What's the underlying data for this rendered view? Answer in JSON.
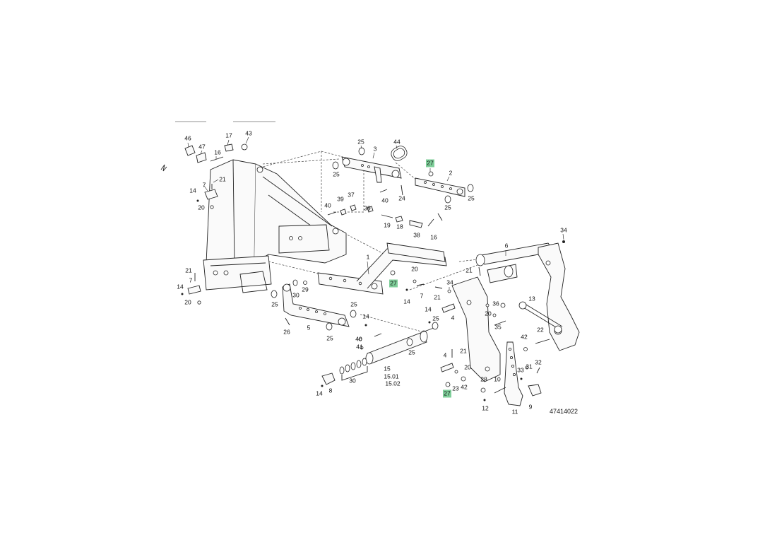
{
  "document_number": "47414022",
  "highlight_color": "#7fcf9a",
  "highlighted_callouts": [
    "27"
  ],
  "callouts": [
    {
      "text": "46"
    },
    {
      "text": "47"
    },
    {
      "text": "17"
    },
    {
      "text": "43"
    },
    {
      "text": "16"
    },
    {
      "text": "21"
    },
    {
      "text": "7"
    },
    {
      "text": "14"
    },
    {
      "text": "20"
    },
    {
      "text": "25"
    },
    {
      "text": "3"
    },
    {
      "text": "44"
    },
    {
      "text": "25"
    },
    {
      "text": "27"
    },
    {
      "text": "2"
    },
    {
      "text": "24"
    },
    {
      "text": "25"
    },
    {
      "text": "25"
    },
    {
      "text": "40"
    },
    {
      "text": "39"
    },
    {
      "text": "37"
    },
    {
      "text": "39"
    },
    {
      "text": "40"
    },
    {
      "text": "19"
    },
    {
      "text": "18"
    },
    {
      "text": "38"
    },
    {
      "text": "16"
    },
    {
      "text": "34"
    },
    {
      "text": "6"
    },
    {
      "text": "1"
    },
    {
      "text": "21"
    },
    {
      "text": "7"
    },
    {
      "text": "14"
    },
    {
      "text": "20"
    },
    {
      "text": "29"
    },
    {
      "text": "30"
    },
    {
      "text": "25"
    },
    {
      "text": "25"
    },
    {
      "text": "20"
    },
    {
      "text": "27"
    },
    {
      "text": "7"
    },
    {
      "text": "14"
    },
    {
      "text": "34"
    },
    {
      "text": "21"
    },
    {
      "text": "21"
    },
    {
      "text": "20"
    },
    {
      "text": "36"
    },
    {
      "text": "13"
    },
    {
      "text": "35"
    },
    {
      "text": "22"
    },
    {
      "text": "26"
    },
    {
      "text": "5"
    },
    {
      "text": "25"
    },
    {
      "text": "14"
    },
    {
      "text": "14"
    },
    {
      "text": "25"
    },
    {
      "text": "4"
    },
    {
      "text": "40"
    },
    {
      "text": "41"
    },
    {
      "text": "25"
    },
    {
      "text": "42"
    },
    {
      "text": "21"
    },
    {
      "text": "4"
    },
    {
      "text": "20"
    },
    {
      "text": "31"
    },
    {
      "text": "33"
    },
    {
      "text": "32"
    },
    {
      "text": "15"
    },
    {
      "text": "15.01"
    },
    {
      "text": "15.02"
    },
    {
      "text": "30"
    },
    {
      "text": "8"
    },
    {
      "text": "14"
    },
    {
      "text": "28"
    },
    {
      "text": "10"
    },
    {
      "text": "27"
    },
    {
      "text": "23"
    },
    {
      "text": "42"
    },
    {
      "text": "12"
    },
    {
      "text": "11"
    },
    {
      "text": "9"
    }
  ]
}
